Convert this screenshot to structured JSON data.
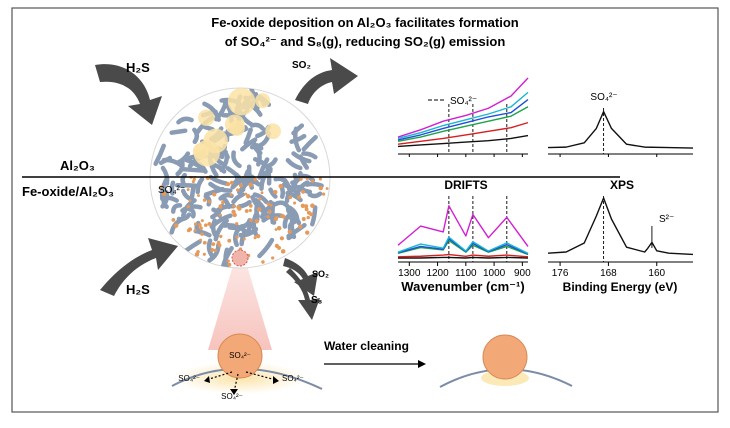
{
  "title": {
    "line1": "Fe-oxide deposition on Al₂O₃ facilitates formation",
    "line2": "of SO₄²⁻ and S₈(g), reducing SO₂(g) emission"
  },
  "labels": {
    "h2s_top": "H₂S",
    "so2_top": "SO₂",
    "al2o3": "Al₂O₃",
    "fe_al2o3": "Fe-oxide/Al₂O₃",
    "so4_particle": "SO₄²⁻",
    "h2s_bottom": "H₂S",
    "so2_bottom": "SO₂",
    "s8_bottom": "S₈",
    "drifts_legend": "SO₄²⁻",
    "xps_peak": "SO₄²⁻",
    "drifts": "DRIFTS",
    "xps": "XPS",
    "s2_minus": "S²⁻",
    "drifts_xlabel": "Wavenumber (cm⁻¹)",
    "xps_xlabel": "Binding Energy (eV)",
    "water_cleaning": "Water cleaning",
    "so4_surface_center": "SO₄²⁻",
    "so4_surface_left": "SO₄²⁻",
    "so4_surface_mid": "SO₄²⁻",
    "so4_surface_right": "SO₄²⁻"
  },
  "colors": {
    "arrow": "#4a4a4a",
    "alumina": "#8a9bb4",
    "fe_dot": "#e59a5a",
    "particle": "#f2a877",
    "sulfate_glow": "#fbe3a6",
    "beam": "#f7c3bd",
    "spectrum_black": "#111111",
    "spectrum_red": "#d62020",
    "spectrum_green": "#1fa34a",
    "spectrum_blue": "#1f4fd6",
    "spectrum_cyan": "#19b6d6",
    "spectrum_magenta": "#d21fd2"
  },
  "chart_data": [
    {
      "type": "line",
      "title": "DRIFTS",
      "xlabel": "Wavenumber (cm⁻¹)",
      "ylabel": "",
      "xlim": [
        1340,
        880
      ],
      "x_ticks": [
        1300,
        1200,
        1100,
        1000,
        900
      ],
      "x_tick_labels": [
        "1300",
        "1200",
        "1100",
        "1000",
        "900"
      ],
      "reference_lines": [
        1160,
        1075,
        955
      ],
      "top_panel": {
        "series": [
          {
            "color": "#111111",
            "x": [
              1340,
              1260,
              1180,
              1100,
              1020,
              940,
              880
            ],
            "y": [
              0.05,
              0.07,
              0.09,
              0.11,
              0.13,
              0.16,
              0.2
            ]
          },
          {
            "color": "#d62020",
            "x": [
              1340,
              1260,
              1180,
              1100,
              1020,
              940,
              880
            ],
            "y": [
              0.08,
              0.12,
              0.16,
              0.21,
              0.26,
              0.31,
              0.38
            ]
          },
          {
            "color": "#1fa34a",
            "x": [
              1340,
              1260,
              1180,
              1100,
              1020,
              940,
              880
            ],
            "y": [
              0.12,
              0.18,
              0.26,
              0.33,
              0.4,
              0.47,
              0.6
            ]
          },
          {
            "color": "#1f4fd6",
            "x": [
              1340,
              1260,
              1180,
              1100,
              1020,
              940,
              880
            ],
            "y": [
              0.14,
              0.21,
              0.3,
              0.38,
              0.46,
              0.52,
              0.7
            ]
          },
          {
            "color": "#19b6d6",
            "x": [
              1340,
              1260,
              1180,
              1100,
              1020,
              940,
              880
            ],
            "y": [
              0.16,
              0.24,
              0.34,
              0.42,
              0.5,
              0.6,
              0.8
            ]
          },
          {
            "color": "#d21fd2",
            "x": [
              1340,
              1260,
              1180,
              1100,
              1020,
              940,
              880
            ],
            "y": [
              0.18,
              0.28,
              0.4,
              0.48,
              0.58,
              0.75,
              1.0
            ]
          }
        ]
      },
      "bottom_panel": {
        "series": [
          {
            "color": "#111111",
            "x": [
              1340,
              1260,
              1180,
              1160,
              1100,
              1075,
              1020,
              955,
              880
            ],
            "y": [
              0.0,
              0.0,
              0.01,
              0.01,
              0.0,
              0.01,
              0.0,
              0.01,
              0.0
            ]
          },
          {
            "color": "#d62020",
            "x": [
              1340,
              1260,
              1180,
              1160,
              1100,
              1075,
              1020,
              955,
              880
            ],
            "y": [
              0.02,
              0.03,
              0.05,
              0.06,
              0.03,
              0.05,
              0.03,
              0.05,
              0.02
            ]
          },
          {
            "color": "#1fa34a",
            "x": [
              1340,
              1260,
              1180,
              1160,
              1100,
              1075,
              1020,
              955,
              880
            ],
            "y": [
              0.08,
              0.18,
              0.14,
              0.3,
              0.1,
              0.22,
              0.1,
              0.2,
              0.06
            ]
          },
          {
            "color": "#1f4fd6",
            "x": [
              1340,
              1260,
              1180,
              1160,
              1100,
              1075,
              1020,
              955,
              880
            ],
            "y": [
              0.09,
              0.2,
              0.15,
              0.33,
              0.11,
              0.25,
              0.11,
              0.23,
              0.07
            ]
          },
          {
            "color": "#19b6d6",
            "x": [
              1340,
              1260,
              1180,
              1160,
              1100,
              1075,
              1020,
              955,
              880
            ],
            "y": [
              0.1,
              0.24,
              0.17,
              0.36,
              0.12,
              0.28,
              0.12,
              0.26,
              0.08
            ]
          },
          {
            "color": "#d21fd2",
            "x": [
              1340,
              1260,
              1180,
              1160,
              1100,
              1075,
              1020,
              955,
              880
            ],
            "y": [
              0.22,
              0.55,
              0.45,
              0.9,
              0.38,
              0.75,
              0.35,
              0.7,
              0.2
            ]
          }
        ]
      }
    },
    {
      "type": "line",
      "title": "XPS",
      "xlabel": "Binding Energy (eV)",
      "ylabel": "",
      "xlim": [
        178,
        154
      ],
      "x_ticks": [
        176,
        168,
        160
      ],
      "x_tick_labels": [
        "176",
        "168",
        "160"
      ],
      "reference_lines": [
        168.8
      ],
      "top_panel": {
        "series": [
          {
            "color": "#111111",
            "x": [
              178,
              175,
              172,
              170,
              168.8,
              167.5,
              165,
              162,
              158,
              154
            ],
            "y": [
              0.05,
              0.06,
              0.15,
              0.45,
              0.8,
              0.45,
              0.12,
              0.06,
              0.05,
              0.04
            ]
          }
        ]
      },
      "bottom_panel": {
        "series": [
          {
            "color": "#111111",
            "x": [
              178,
              175,
              172,
              170,
              168.8,
              167.5,
              165,
              162,
              161.5,
              160.8,
              160,
              158,
              154
            ],
            "y": [
              0.08,
              0.1,
              0.25,
              0.7,
              1.0,
              0.65,
              0.18,
              0.1,
              0.16,
              0.26,
              0.12,
              0.08,
              0.06
            ]
          }
        ]
      },
      "annotations": [
        {
          "x": 160.8,
          "text": "S²⁻"
        }
      ]
    }
  ]
}
